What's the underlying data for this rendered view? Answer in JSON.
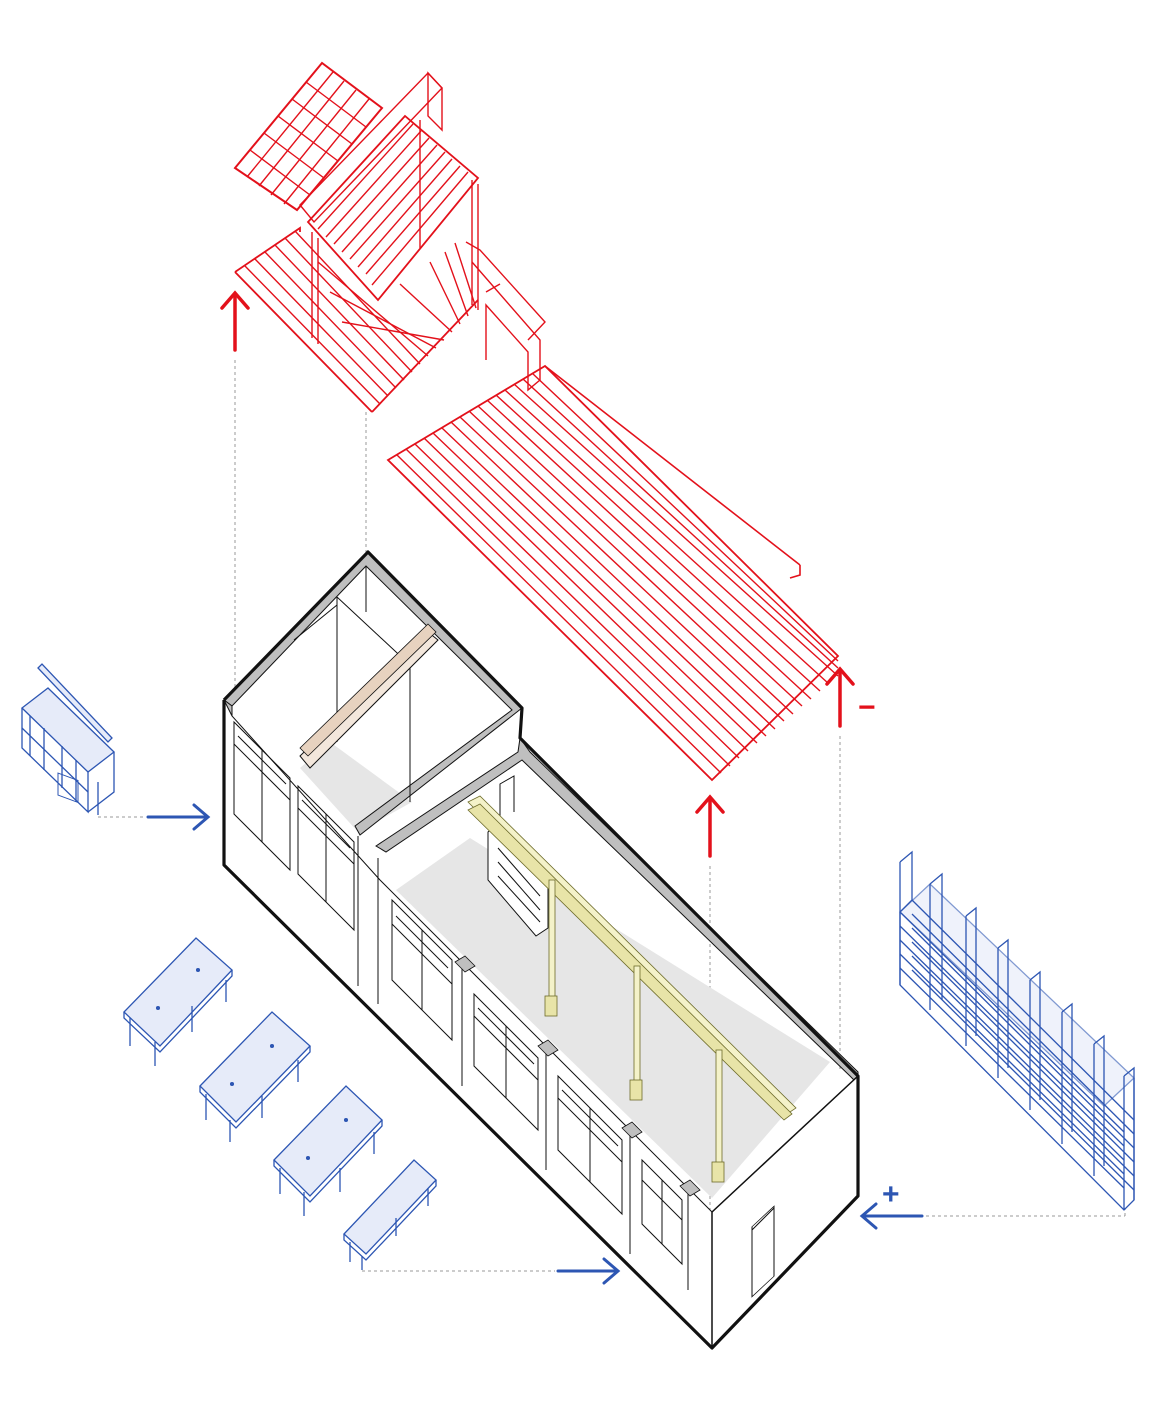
{
  "diagram": {
    "colors": {
      "removed": "#e3111b",
      "added": "#2d56b3",
      "added_fill": "#e6ebf9",
      "building": "#111111",
      "wall_cut": "#bfbfbf",
      "floor": "#e6e6e6",
      "beam": "#f3e7dc",
      "column": "#f4f2c9",
      "leader": "#9a9a9a"
    },
    "labels": {
      "minus_sign": "−",
      "plus_sign": "+"
    },
    "groups": {
      "removed": [
        "roof-grid-panel",
        "slatted-cabinet",
        "loft-deck",
        "long-deck"
      ],
      "added": [
        "kitchen-unit",
        "table-1",
        "table-2",
        "table-3",
        "bench",
        "shelving-unit"
      ]
    }
  }
}
